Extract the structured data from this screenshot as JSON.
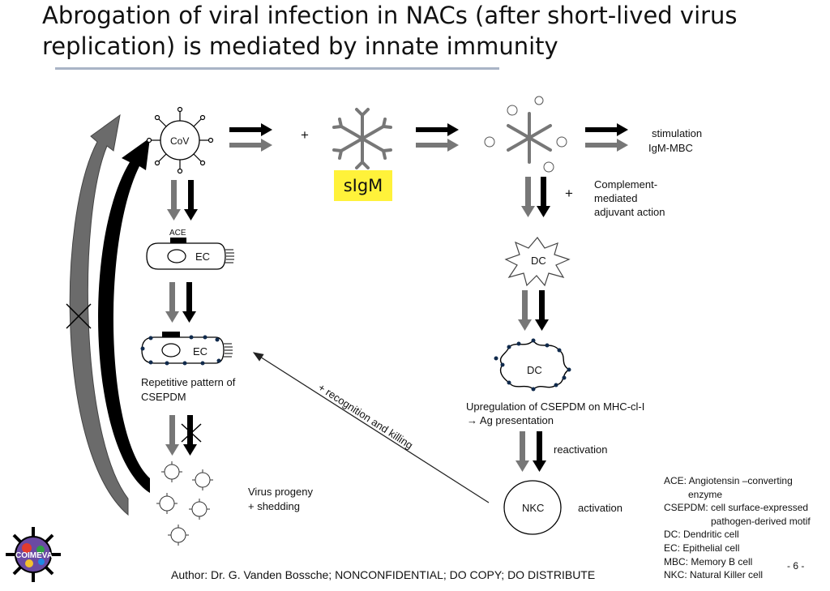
{
  "slide": {
    "title": "Abrogation of viral infection in NACs (after short-lived virus replication) is mediated by innate immunity",
    "footer": "Author: Dr. G. Vanden Bossche; NONCONFIDENTIAL; DO COPY; DO DISTRIBUTE",
    "page_number": "- 6 -",
    "logo_text": "COIMEVA"
  },
  "diagram": {
    "cov": "CoV",
    "plus_1": "+",
    "sigm": "sIgM",
    "stimulation": "stimulation",
    "igm_mbc": "IgM-MBC",
    "plus_2": "+",
    "complement": "Complement-",
    "mediated": "mediated",
    "adjuvant": "adjuvant action",
    "ace": "ACE",
    "ec_1": "EC",
    "ec_2": "EC",
    "dc_1": "DC",
    "dc_2": "DC",
    "repetitive": "Repetitive pattern of",
    "csepdm": "CSEPDM",
    "upregulation": "Upregulation of CSEPDM on MHC-cl-I",
    "ag_presentation": "→ Ag presentation",
    "reactivation": "reactivation",
    "recognition": "+ recognition and killing",
    "nkc": "NKC",
    "activation": "activation",
    "virus_progeny": "Virus progeny",
    "shedding": "+ shedding"
  },
  "legend": [
    "ACE: Angiotensin –converting",
    "enzyme",
    "CSEPDM: cell surface-expressed",
    "pathogen-derived motif",
    "DC: Dendritic cell",
    "EC: Epithelial cell",
    "MBC: Memory B cell",
    "NKC: Natural Killer cell"
  ]
}
